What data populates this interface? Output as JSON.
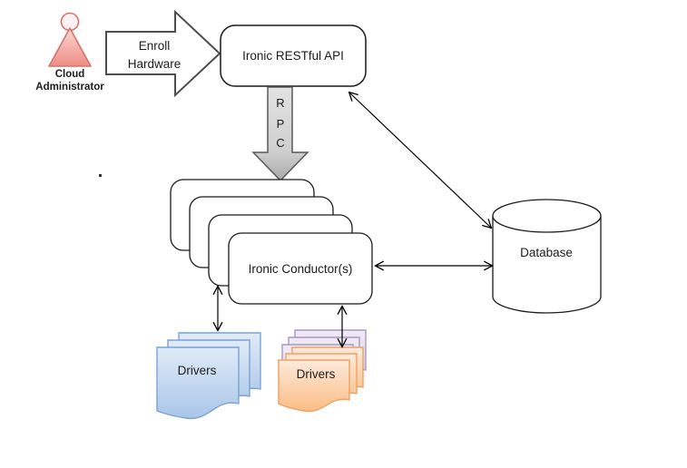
{
  "actor": {
    "line1": "Cloud",
    "line2": "Administrator"
  },
  "enroll_arrow": {
    "line1": "Enroll",
    "line2": "Hardware"
  },
  "api_box": {
    "label": "Ironic RESTful API"
  },
  "rpc_arrow": {
    "letters": [
      "R",
      "P",
      "C"
    ]
  },
  "conductors": {
    "label": "Ironic Conductor(s)"
  },
  "database": {
    "label": "Database"
  },
  "drivers_left": {
    "label": "Drivers"
  },
  "drivers_right": {
    "label": "Drivers"
  },
  "colors": {
    "actor_fill": "#f0958d",
    "actor_stroke": "#d5736b",
    "blue_doc_stroke": "#7da2d4",
    "orange_doc_stroke": "#eda163",
    "purple_doc_stroke": "#ab97c5",
    "rpc_stroke": "#595959",
    "enroll_stroke": "#4d4d4d",
    "outline": "#000000"
  }
}
